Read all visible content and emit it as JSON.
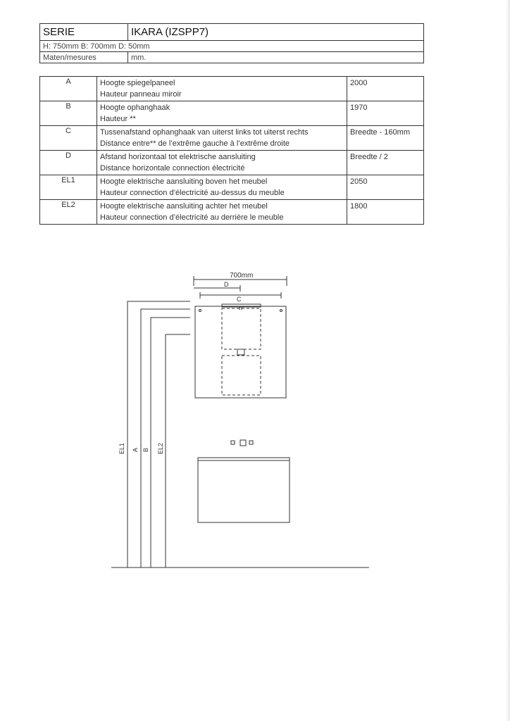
{
  "header": {
    "serie_label": "SERIE",
    "serie_value": "IKARA (IZSPP7)",
    "dimensions": "H: 750mm B: 700mm D: 50mm",
    "units_label": "Maten/mesures",
    "units_value": "mm."
  },
  "spec_rows": [
    {
      "code": "A",
      "nl": "Hoogte spiegelpaneel",
      "fr": "Hauteur panneau miroir",
      "value": "2000"
    },
    {
      "code": "B",
      "nl": "Hoogte ophanghaak",
      "fr": "Hauteur **",
      "value": "1970"
    },
    {
      "code": "C",
      "nl": "Tussenafstand ophanghaak van uiterst links tot uiterst rechts",
      "fr": "Distance entre** de l’extrême gauche à l’extrême droite",
      "value": "Breedte - 160mm"
    },
    {
      "code": "D",
      "nl": "Afstand horizontaal tot elektrische aansluiting",
      "fr": "Distance horizontale connection électricité",
      "value": "Breedte / 2"
    },
    {
      "code": "EL1",
      "nl": "Hoogte elektrische aansluiting boven het meubel",
      "fr": "Hauteur connection d’électricité au-dessus du meuble",
      "value": "2050"
    },
    {
      "code": "EL2",
      "nl": "Hoogte elektrische aansluiting achter het meubel",
      "fr": "Hauteur connection d’électricité au derrière le meuble",
      "value": "1800"
    }
  ],
  "drawing": {
    "width_label": "700mm",
    "d_label": "D",
    "c_label": "C",
    "el1_label": "EL1",
    "a_label": "A",
    "b_label": "B",
    "el2_label": "EL2"
  }
}
